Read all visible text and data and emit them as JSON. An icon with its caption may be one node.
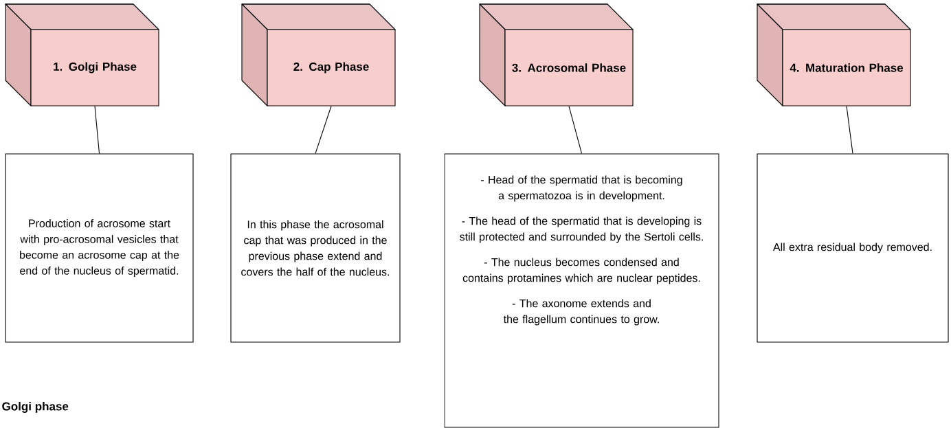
{
  "diagram": {
    "nodes": [
      {
        "text": [
          "1. Golgi Phase"
        ]
      },
      {
        "text": [
          "2. Cap Phase"
        ]
      },
      {
        "text": [
          "3. Acrosomal Phase"
        ]
      },
      {
        "text": [
          "4. Maturation Phase"
        ]
      },
      {
        "text": [
          "Production of acrosome start with pro-acrosomal vesicles that become an acrosome cap at the end of the nucleus of spermatid."
        ]
      },
      {
        "text": [
          "In this phase the acrosomal cap that was produced in the previous phase extend and covers the half of the nucleus."
        ]
      },
      {
        "text": [
          "- Head of the spermatid that is becoming a spermatozoa is in development.",
          "- The head of the spermatid that is developing is still protected and surrounded by the Sertoli cells.",
          "- The nucleus becomes condensed and contains protamines which are nuclear peptides.",
          "- The axonome extends and the flagellum continues to grow."
        ]
      },
      {
        "text": [
          "All extra residual body removed."
        ]
      }
    ],
    "edges": [
      {
        "from": 0,
        "to": 4,
        "arrow": "none"
      },
      {
        "from": 1,
        "to": 5,
        "arrow": "none"
      },
      {
        "from": 2,
        "to": 6,
        "arrow": "none"
      },
      {
        "from": 3,
        "to": 7,
        "arrow": "none"
      }
    ],
    "labels": [
      "Golgi phase"
    ]
  }
}
